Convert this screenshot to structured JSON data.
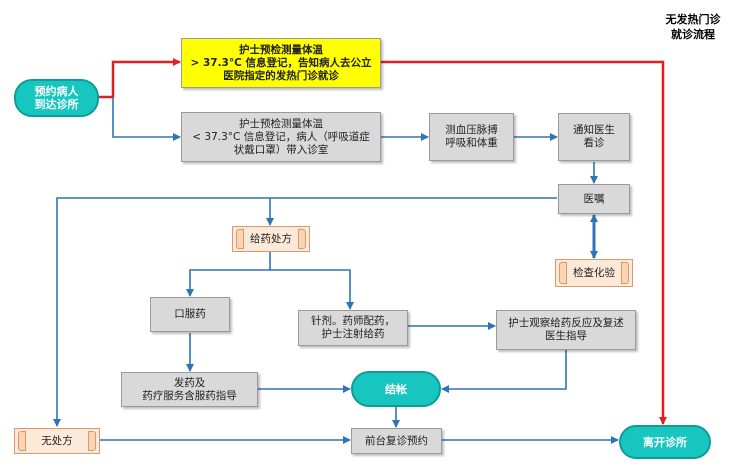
{
  "title": "无发热门诊\n就诊流程",
  "colors": {
    "flow_line": "#2e75b6",
    "fever_line": "#e02020",
    "teal": "#17c6c0",
    "gray_box": "#d9d9d9",
    "yellow_box": "#ffff00",
    "scroll_box": "#fde9d9"
  },
  "nodes": {
    "arrival": "预约病人\n到达诊所",
    "fever_check": "护士预检测量体温\n> 37.3°C 信息登记，告知病人去公立\n医院指定的发热门诊就诊",
    "normal_check": "护士预检测量体温\n< 37.3°C 信息登记，病人（呼吸道症\n状戴口罩）带入诊室",
    "vitals": "测血压脉搏\n呼吸和体重",
    "notify_doctor": "通知医生\n看诊",
    "doctor_orders": "医嘱",
    "lab_test": "检查化验",
    "prescription": "给药处方",
    "oral_drug": "口服药",
    "injection": "针剂。药师配药，\n护士注射给药",
    "nurse_observe": "护士观察给药反应及复述\n医生指导",
    "dispense": "发药及\n药疗服务含服药指导",
    "checkout": "结帐",
    "no_prescription": "无处方",
    "front_desk": "前台复诊预约",
    "leave": "离开诊所"
  }
}
